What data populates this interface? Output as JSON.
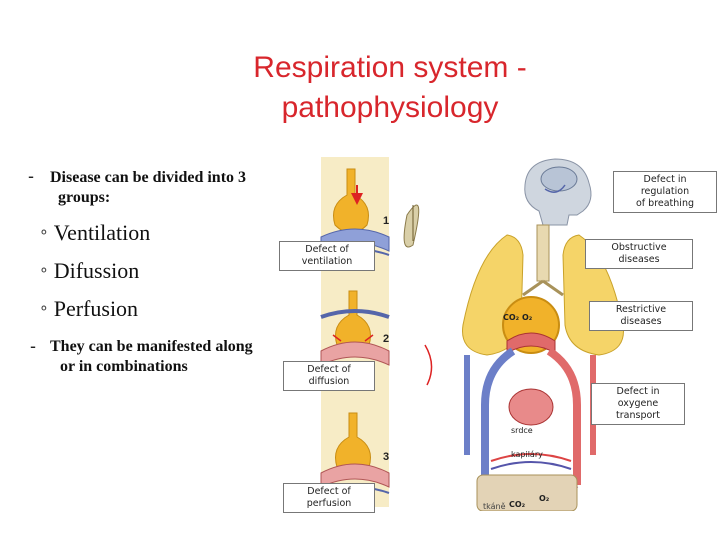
{
  "title_line1": "Respiration system -",
  "title_line2": "pathophysiology",
  "intro": {
    "dash": "-",
    "line1": "Disease can be divided into 3",
    "line2": "groups:"
  },
  "bullets": [
    "Ventilation",
    "Difussion",
    "Perfusion"
  ],
  "outro": {
    "dash": "-",
    "line1": "They can be manifested along",
    "line2": "or in combinations"
  },
  "figure": {
    "labels": {
      "regulation_line1": "Defect in regulation",
      "regulation_line2": "of breathing",
      "ventilation": "Defect of ventilation",
      "obstructive": "Obstructive diseases",
      "restrictive": "Restrictive diseases",
      "diffusion": "Defect of diffusion",
      "oxygene_line1": "Defect in oxygene",
      "oxygene_line2": "transport",
      "perfusion": "Defect of perfusion"
    },
    "numbers": [
      "1",
      "2",
      "3"
    ],
    "anatomy": {
      "co2_o2": "CO₂ O₂",
      "srdce": "srdce",
      "kapilary": "kapiláry",
      "o2": "O₂",
      "co2": "CO₂",
      "tkane": "tkáně"
    },
    "colors": {
      "arteries": "#e06a6a",
      "veins": "#6c7fc8",
      "lung": "#f5d468",
      "alveolus": "#f1b22a",
      "backdrop": "#f7ecc6"
    }
  }
}
